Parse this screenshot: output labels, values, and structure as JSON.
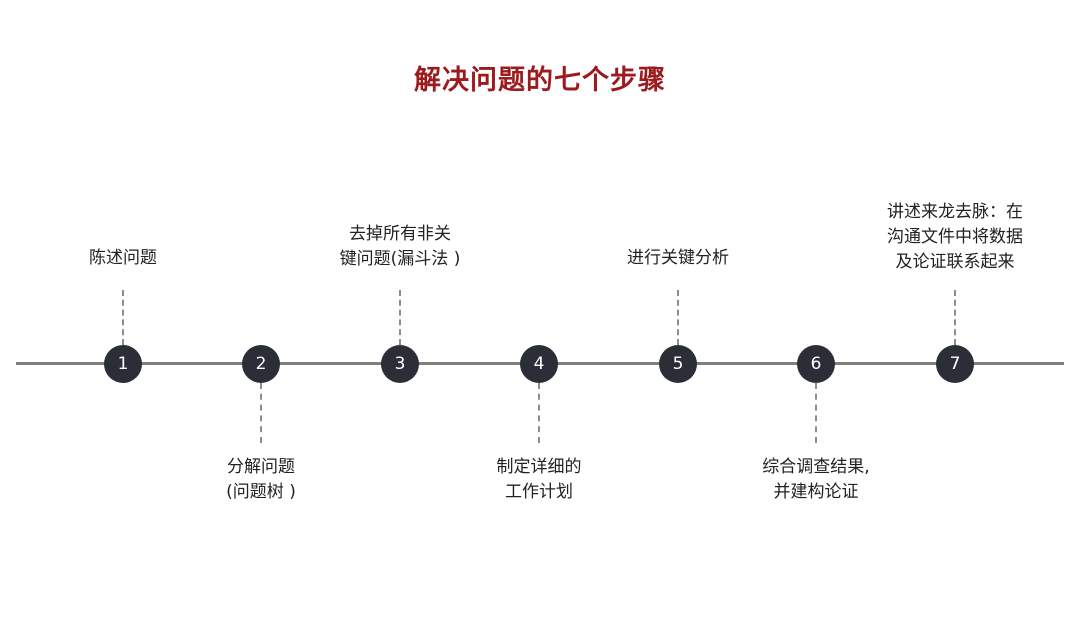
{
  "title": "解决问题的七个步骤",
  "colors": {
    "title": "#9b1b1e",
    "node": "#2b2e36",
    "timeline": "#7f7f7f",
    "connector": "#8c8c8c",
    "text": "#222222"
  },
  "steps": [
    {
      "number": "1",
      "position": "above",
      "lines": [
        "陈述问题"
      ]
    },
    {
      "number": "2",
      "position": "below",
      "lines": [
        "分解问题",
        "(问题树 )"
      ]
    },
    {
      "number": "3",
      "position": "above",
      "lines": [
        "去掉所有非关",
        "键问题(漏斗法 )"
      ]
    },
    {
      "number": "4",
      "position": "below",
      "lines": [
        "制定详细的",
        "工作计划"
      ]
    },
    {
      "number": "5",
      "position": "above",
      "lines": [
        "进行关键分析"
      ]
    },
    {
      "number": "6",
      "position": "below",
      "lines": [
        "综合调查结果,",
        "并建构论证"
      ]
    },
    {
      "number": "7",
      "position": "above",
      "lines": [
        "讲述来龙去脉：在",
        "沟通文件中将数据",
        "及论证联系起来"
      ]
    }
  ]
}
